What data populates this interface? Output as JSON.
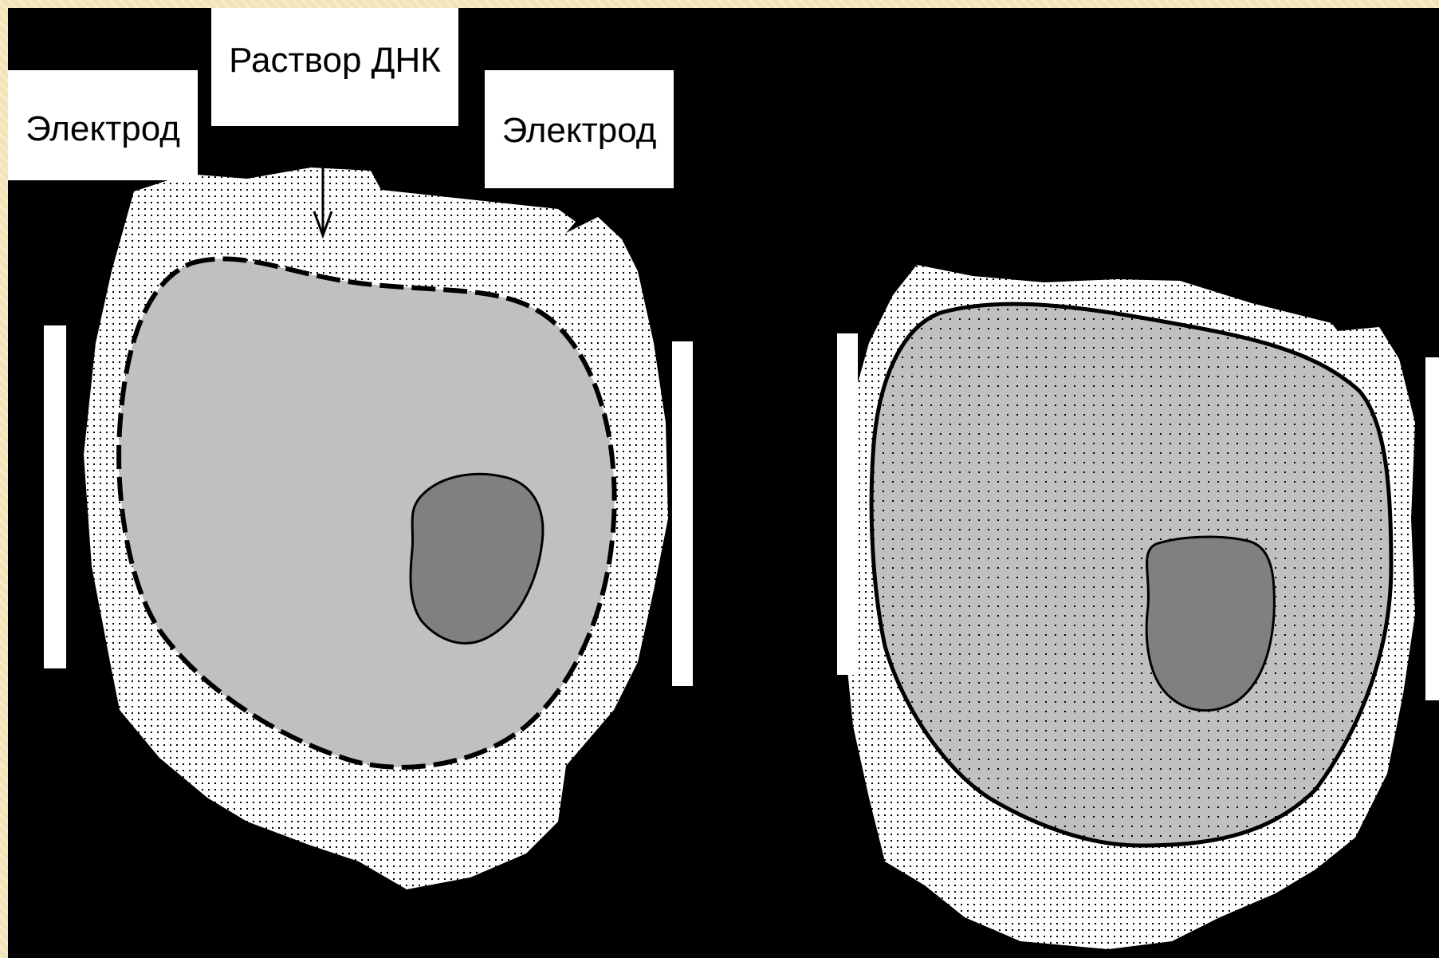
{
  "labels": {
    "electrode_left": "Электрод",
    "dna_solution": "Раствор ДНК",
    "electrode_right": "Электрод"
  },
  "colors": {
    "background": "#000000",
    "frame": "#f1e4b6",
    "medium_dots": "#ffffff",
    "cytoplasm": "#c0c0c0",
    "nucleus": "#808080"
  }
}
